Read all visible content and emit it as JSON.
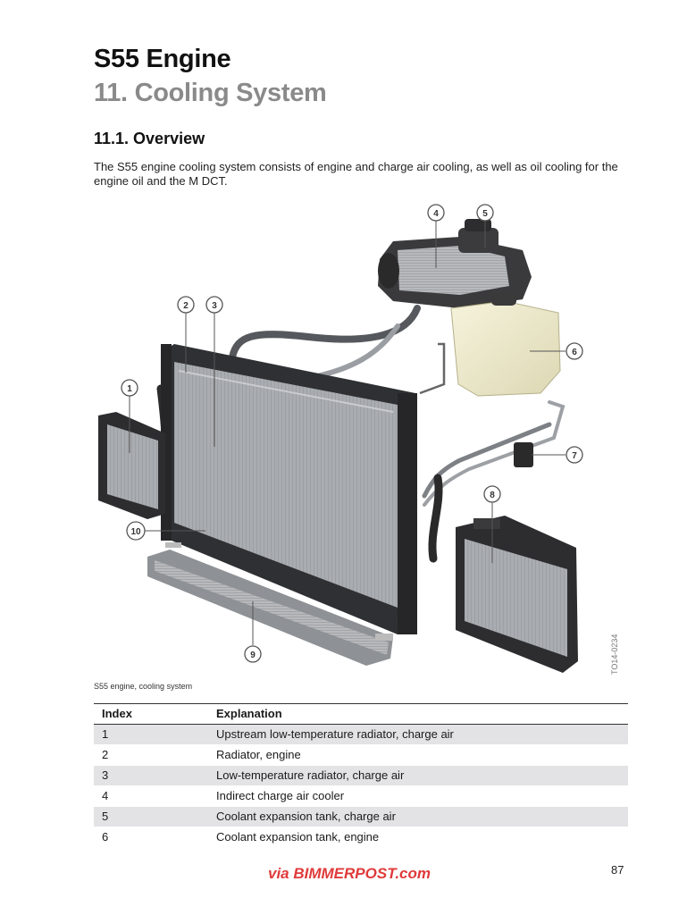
{
  "header": {
    "title": "S55 Engine",
    "chapter": "11. Cooling System"
  },
  "section": {
    "heading": "11.1. Overview",
    "intro": "The S55 engine cooling system consists of engine and charge air cooling, as well as oil cooling for the engine oil and the M DCT."
  },
  "figure": {
    "caption": "S55 engine, cooling system",
    "code": "TO14-0234",
    "callouts": [
      "1",
      "2",
      "3",
      "4",
      "5",
      "6",
      "7",
      "8",
      "9",
      "10"
    ]
  },
  "table": {
    "headers": [
      "Index",
      "Explanation"
    ],
    "rows": [
      [
        "1",
        "Upstream low-temperature radiator, charge air"
      ],
      [
        "2",
        "Radiator, engine"
      ],
      [
        "3",
        "Low-temperature radiator, charge air"
      ],
      [
        "4",
        "Indirect charge air cooler"
      ],
      [
        "5",
        "Coolant expansion tank, charge air"
      ],
      [
        "6",
        "Coolant expansion tank, engine"
      ]
    ]
  },
  "footer": {
    "watermark": "via BIMMERPOST.com",
    "page_number": "87"
  },
  "colors": {
    "chapter_gray": "#8a8a8a",
    "row_shade": "#e3e3e6",
    "watermark_red": "#e03a3a"
  }
}
